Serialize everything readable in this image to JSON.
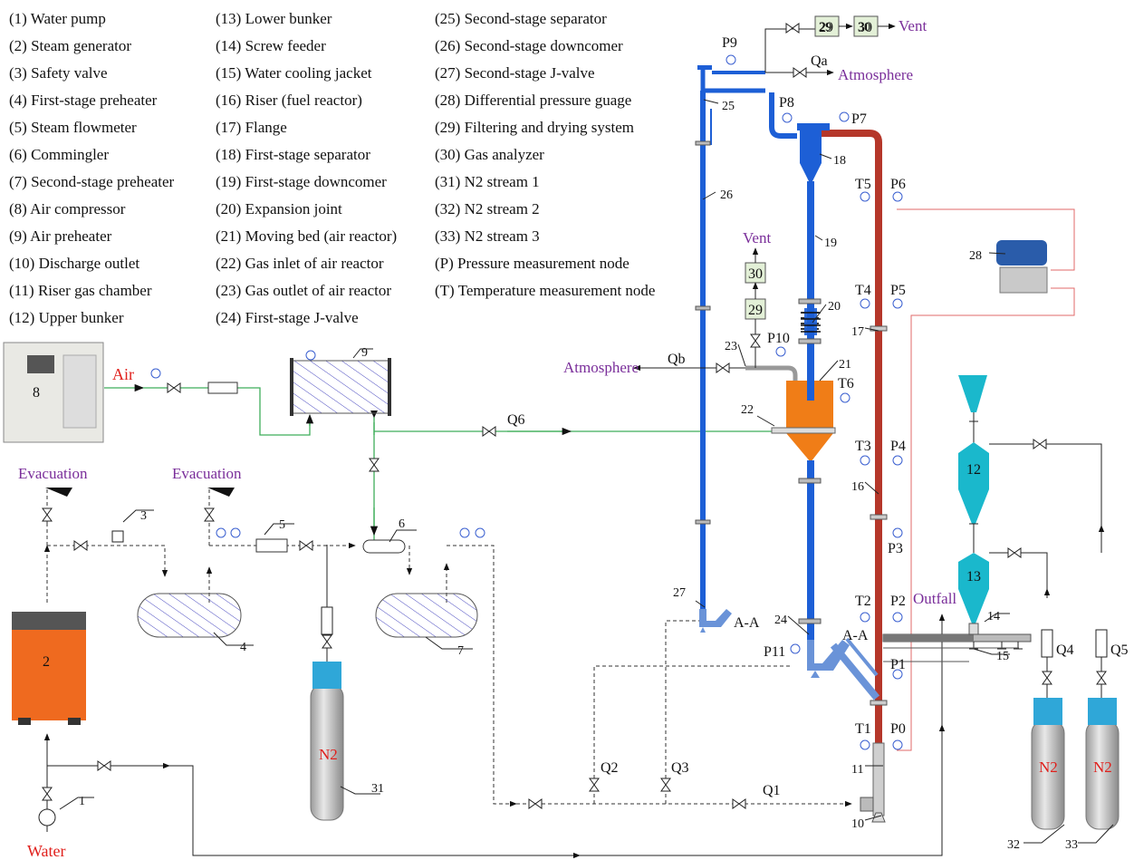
{
  "legend": {
    "col1": [
      "(1) Water pump",
      "(2) Steam generator",
      "(3) Safety valve",
      "(4) First-stage preheater",
      "(5) Steam flowmeter",
      "(6) Commingler",
      "(7) Second-stage preheater",
      "(8) Air compressor",
      "(9) Air preheater",
      "(10) Discharge outlet",
      "(11) Riser gas chamber",
      "(12) Upper bunker"
    ],
    "col2": [
      "(13) Lower bunker",
      "(14) Screw feeder",
      "(15) Water cooling jacket",
      "(16) Riser (fuel reactor)",
      "(17) Flange",
      "(18) First-stage separator",
      "(19) First-stage downcomer",
      "(20) Expansion joint",
      "(21) Moving bed (air reactor)",
      "(22) Gas inlet of air reactor",
      "(23) Gas outlet of air reactor",
      "(24) First-stage J-valve"
    ],
    "col3": [
      "(25) Second-stage separator",
      "(26) Second-stage downcomer",
      "(27) Second-stage J-valve",
      "(28) Differential pressure guage",
      "(29) Filtering and drying system",
      "(30) Gas analyzer",
      "(31) N2 stream 1",
      "(32) N2 stream 2",
      "(33) N2 stream 3",
      "(P) Pressure measurement node",
      "(T) Temperature measurement node"
    ]
  },
  "labels": {
    "water": "Water",
    "air": "Air",
    "evacuation": "Evacuation",
    "atmosphere": "Atmosphere",
    "vent": "Vent",
    "outfall": "Outfall",
    "section": "A-A",
    "n2": "N2",
    "box29": "29",
    "box30": "30"
  },
  "flows": [
    "Qa",
    "Qb",
    "Q1",
    "Q2",
    "Q3",
    "Q4",
    "Q5",
    "Q6"
  ],
  "pressure_nodes": [
    "P0",
    "P1",
    "P2",
    "P3",
    "P4",
    "P5",
    "P6",
    "P7",
    "P8",
    "P9",
    "P10",
    "P11"
  ],
  "temperature_nodes": [
    "T1",
    "T2",
    "T3",
    "T4",
    "T5",
    "T6"
  ],
  "numbers": [
    "1",
    "2",
    "3",
    "4",
    "5",
    "6",
    "7",
    "8",
    "9",
    "10",
    "11",
    "12",
    "13",
    "14",
    "15",
    "16",
    "17",
    "18",
    "19",
    "20",
    "21",
    "22",
    "23",
    "24",
    "25",
    "26",
    "27",
    "28",
    "29",
    "30",
    "31",
    "32",
    "33"
  ],
  "colors": {
    "riser": "#b5372a",
    "downcomer": "#1d5fd6",
    "moving_bed": "#f07d17",
    "bunker": "#1ab8cc",
    "air_line": "#3fae5a",
    "dp_line": "#e26a6a",
    "label_purple": "#7a2e9a",
    "label_red": "#e0201c",
    "node": "#3a5fd0"
  }
}
